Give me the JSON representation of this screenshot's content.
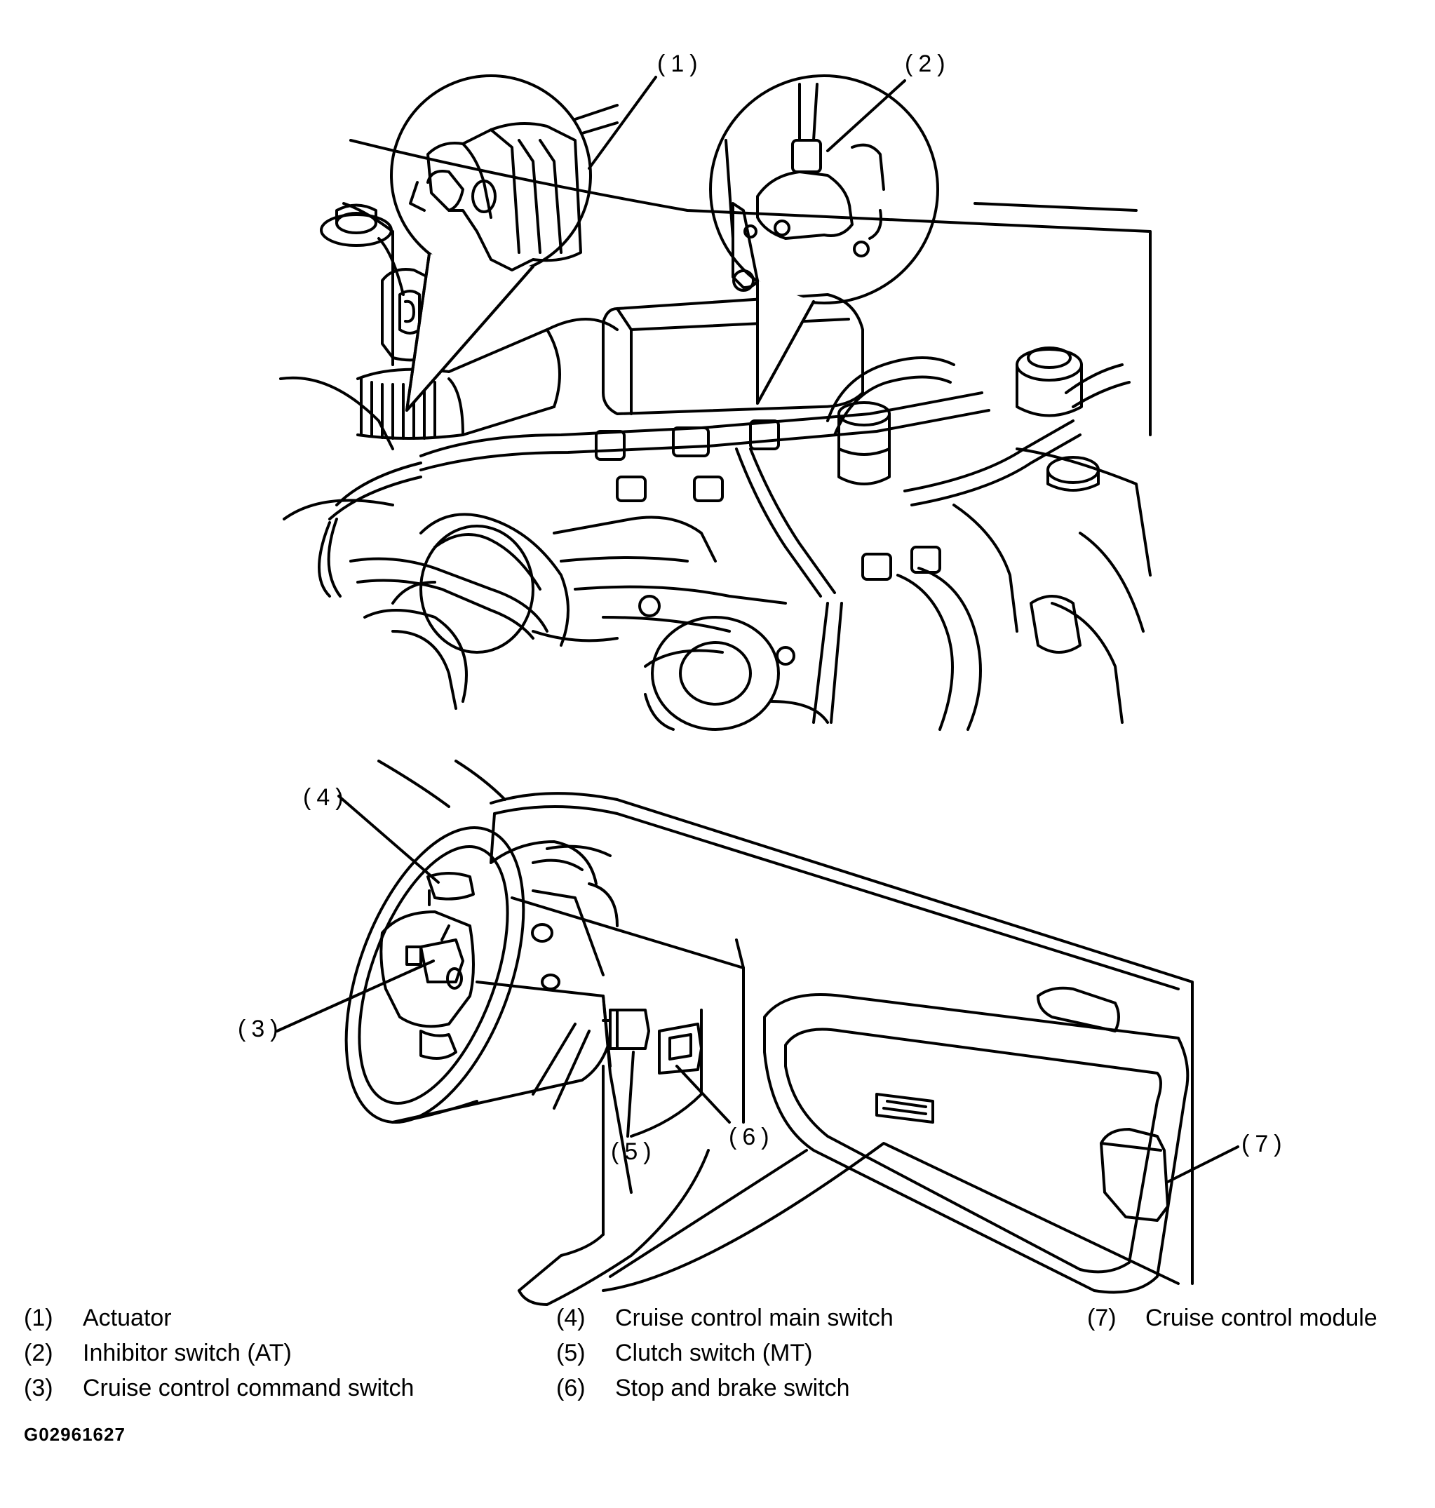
{
  "callouts": [
    {
      "id": "1",
      "text": "(1)"
    },
    {
      "id": "2",
      "text": "(2)"
    },
    {
      "id": "3",
      "text": "(3)"
    },
    {
      "id": "4",
      "text": "(4)"
    },
    {
      "id": "5",
      "text": "(5)"
    },
    {
      "id": "6",
      "text": "(6)"
    },
    {
      "id": "7",
      "text": "(7)"
    }
  ],
  "legend": [
    {
      "num": "(1)",
      "text": "Actuator"
    },
    {
      "num": "(2)",
      "text": "Inhibitor switch (AT)"
    },
    {
      "num": "(3)",
      "text": "Cruise control command switch"
    },
    {
      "num": "(4)",
      "text": "Cruise control main switch"
    },
    {
      "num": "(5)",
      "text": "Clutch switch (MT)"
    },
    {
      "num": "(6)",
      "text": "Stop and brake switch"
    },
    {
      "num": "(7)",
      "text": "Cruise control module"
    }
  ],
  "figure_id": "G02961627",
  "colors": {
    "line": "#000000",
    "background": "#ffffff"
  }
}
